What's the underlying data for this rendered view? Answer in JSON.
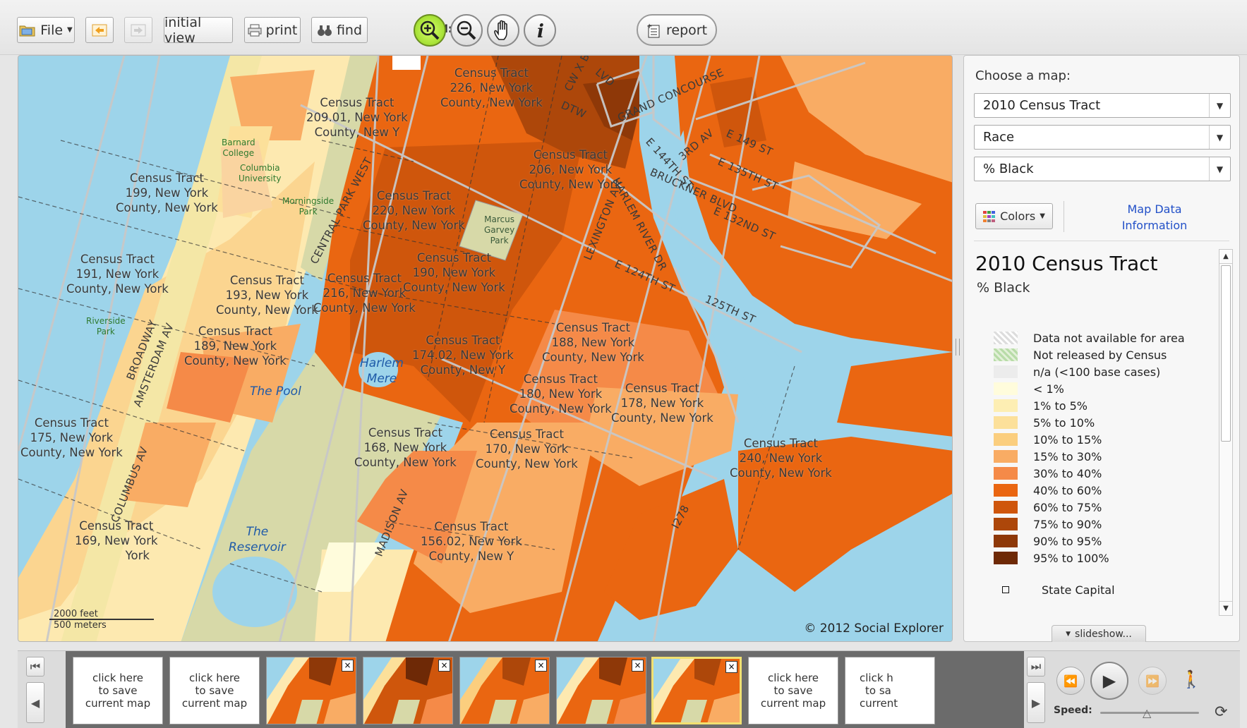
{
  "toolbar": {
    "file_label": "File",
    "initial_view_label": "initial view",
    "print_label": "print",
    "find_label": "find",
    "tool_label": "tool:",
    "report_label": "report"
  },
  "map": {
    "copyright": "© 2012 Social Explorer",
    "scale_feet": "2000 feet",
    "scale_meters": "500 meters",
    "tracts": [
      {
        "name": "Census Tract",
        "line2": "226, New York",
        "line3": "County, New York"
      },
      {
        "name": "Census Tract",
        "line2": "209.01, New York",
        "line3": "County, New Y"
      },
      {
        "name": "Census Tract",
        "line2": "199, New York",
        "line3": "County, New York"
      },
      {
        "name": "Census Tract",
        "line2": "206, New York",
        "line3": "County, New York"
      },
      {
        "name": "Census Tract",
        "line2": "220, New York",
        "line3": "County, New York"
      },
      {
        "name": "Census Tract",
        "line2": "191, New York",
        "line3": "County, New York"
      },
      {
        "name": "Census Tract",
        "line2": "193, New York",
        "line3": "County, New York"
      },
      {
        "name": "Census Tract",
        "line2": "216, New York",
        "line3": "County, New York"
      },
      {
        "name": "Census Tract",
        "line2": "190, New York",
        "line3": "County, New York"
      },
      {
        "name": "Census Tract",
        "line2": "189, New York",
        "line3": "County, New York"
      },
      {
        "name": "Census Tract",
        "line2": "174.02, New York",
        "line3": "County, New Y"
      },
      {
        "name": "Census Tract",
        "line2": "188, New York",
        "line3": "County, New York"
      },
      {
        "name": "Census Tract",
        "line2": "180, New York",
        "line3": "County, New York"
      },
      {
        "name": "Census Tract",
        "line2": "178, New York",
        "line3": "County, New York"
      },
      {
        "name": "Census Tract",
        "line2": "175, New York",
        "line3": "County, New York"
      },
      {
        "name": "Census Tract",
        "line2": "168, New York",
        "line3": "County, New York"
      },
      {
        "name": "Census Tract",
        "line2": "170, New York",
        "line3": "County, New York"
      },
      {
        "name": "Census Tract",
        "line2": "240, New York",
        "line3": "County, New York"
      },
      {
        "name": "Census Tract",
        "line2": "169, New York",
        "line3": "York"
      },
      {
        "name": "Census Tract",
        "line2": "156.02, New York",
        "line3": "County, New Y"
      }
    ],
    "pois": [
      {
        "l1": "Barnard",
        "l2": "College"
      },
      {
        "l1": "Columbia",
        "l2": "University"
      },
      {
        "l1": "Morningside",
        "l2": "Park"
      },
      {
        "l1": "Marcus",
        "l2": "Garvey",
        "l3": "Park"
      },
      {
        "l1": "Riverside",
        "l2": "Park"
      }
    ],
    "water": {
      "harlem_mere_1": "Harlem",
      "harlem_mere_2": "Mere",
      "the_pool": "The Pool",
      "reservoir_1": "The",
      "reservoir_2": "Reservoir"
    },
    "streets": {
      "central_park_west": "CENTRAL PARK WEST",
      "broadway": "BROADWAY",
      "amsterdam": "AMSTERDAM AV",
      "columbus": "COLUMBUS AV",
      "madison": "MADISON AV",
      "lexington": "LEXINGTON AV",
      "harlem_river_dr": "HARLEM RIVER DR",
      "e124": "E 124TH ST",
      "e125": "125TH ST",
      "grand_concourse": "GRAND CONCOURSE",
      "e144": "E 144TH ST",
      "third_av": "3RD AV",
      "e149": "E 149 ST",
      "e135": "E 135TH ST",
      "bruckner": "BRUCKNER BLVD",
      "e132": "E 132ND ST",
      "dtw": "DTW",
      "cwxb": "CW X B",
      "lvd": "LVD",
      "i278": "I278"
    }
  },
  "panel": {
    "title": "Choose a map:",
    "select_survey": "2010 Census Tract",
    "select_topic": "Race",
    "select_variable": "% Black",
    "colors_label": "Colors",
    "info_link_1": "Map Data",
    "info_link_2": "Information",
    "legend_title": "2010 Census Tract",
    "legend_subtitle": "% Black",
    "legend_items": [
      {
        "label": "Data not available for area",
        "color": "#f2f2f2"
      },
      {
        "label": "Not released by Census",
        "color": "#cfe6c2"
      },
      {
        "label": "n/a (<100 base cases)",
        "color": "#ececec"
      },
      {
        "label": "< 1%",
        "color": "#fffcdc"
      },
      {
        "label": "1% to 5%",
        "color": "#fdeeb3"
      },
      {
        "label": "5% to 10%",
        "color": "#fce09a"
      },
      {
        "label": "10% to 15%",
        "color": "#fbce7e"
      },
      {
        "label": "15% to 30%",
        "color": "#f9ac64"
      },
      {
        "label": "30% to 40%",
        "color": "#f58a48"
      },
      {
        "label": "40% to 60%",
        "color": "#ea6611"
      },
      {
        "label": "60% to 75%",
        "color": "#cf560c"
      },
      {
        "label": "75% to 90%",
        "color": "#ad470a"
      },
      {
        "label": "90% to 95%",
        "color": "#8e3808"
      },
      {
        "label": "95% to 100%",
        "color": "#6e2906"
      }
    ],
    "state_capital": "State Capital",
    "slideshow_label": "slideshow..."
  },
  "strip": {
    "save_text_1": "click here",
    "save_text_2": "to save",
    "save_text_3": "current map",
    "partial_1": "click h",
    "partial_2": "to sa",
    "partial_3": "current",
    "speed_label": "Speed:"
  }
}
